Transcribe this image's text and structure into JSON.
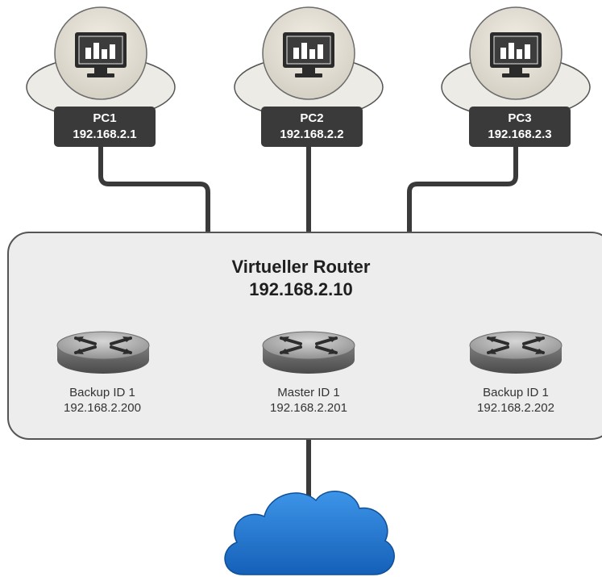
{
  "colors": {
    "line": "#3a3a3a",
    "panel_fill": "#ededed",
    "panel_stroke": "#555555",
    "label_bg": "#3a3a3a",
    "cloud": "#1f78d1"
  },
  "pcs": [
    {
      "name": "PC1",
      "ip": "192.168.2.1",
      "icon": "monitor-chart-icon"
    },
    {
      "name": "PC2",
      "ip": "192.168.2.2",
      "icon": "monitor-chart-icon"
    },
    {
      "name": "PC3",
      "ip": "192.168.2.3",
      "icon": "monitor-chart-icon"
    }
  ],
  "virtual_router": {
    "title": "Virtueller Router",
    "ip": "192.168.2.10"
  },
  "routers": [
    {
      "role": "Backup ID 1",
      "ip": "192.168.2.200",
      "icon": "router-icon"
    },
    {
      "role": "Master ID 1",
      "ip": "192.168.2.201",
      "icon": "router-icon"
    },
    {
      "role": "Backup ID 1",
      "ip": "192.168.2.202",
      "icon": "router-icon"
    }
  ],
  "network": {
    "icon": "cloud-icon"
  }
}
